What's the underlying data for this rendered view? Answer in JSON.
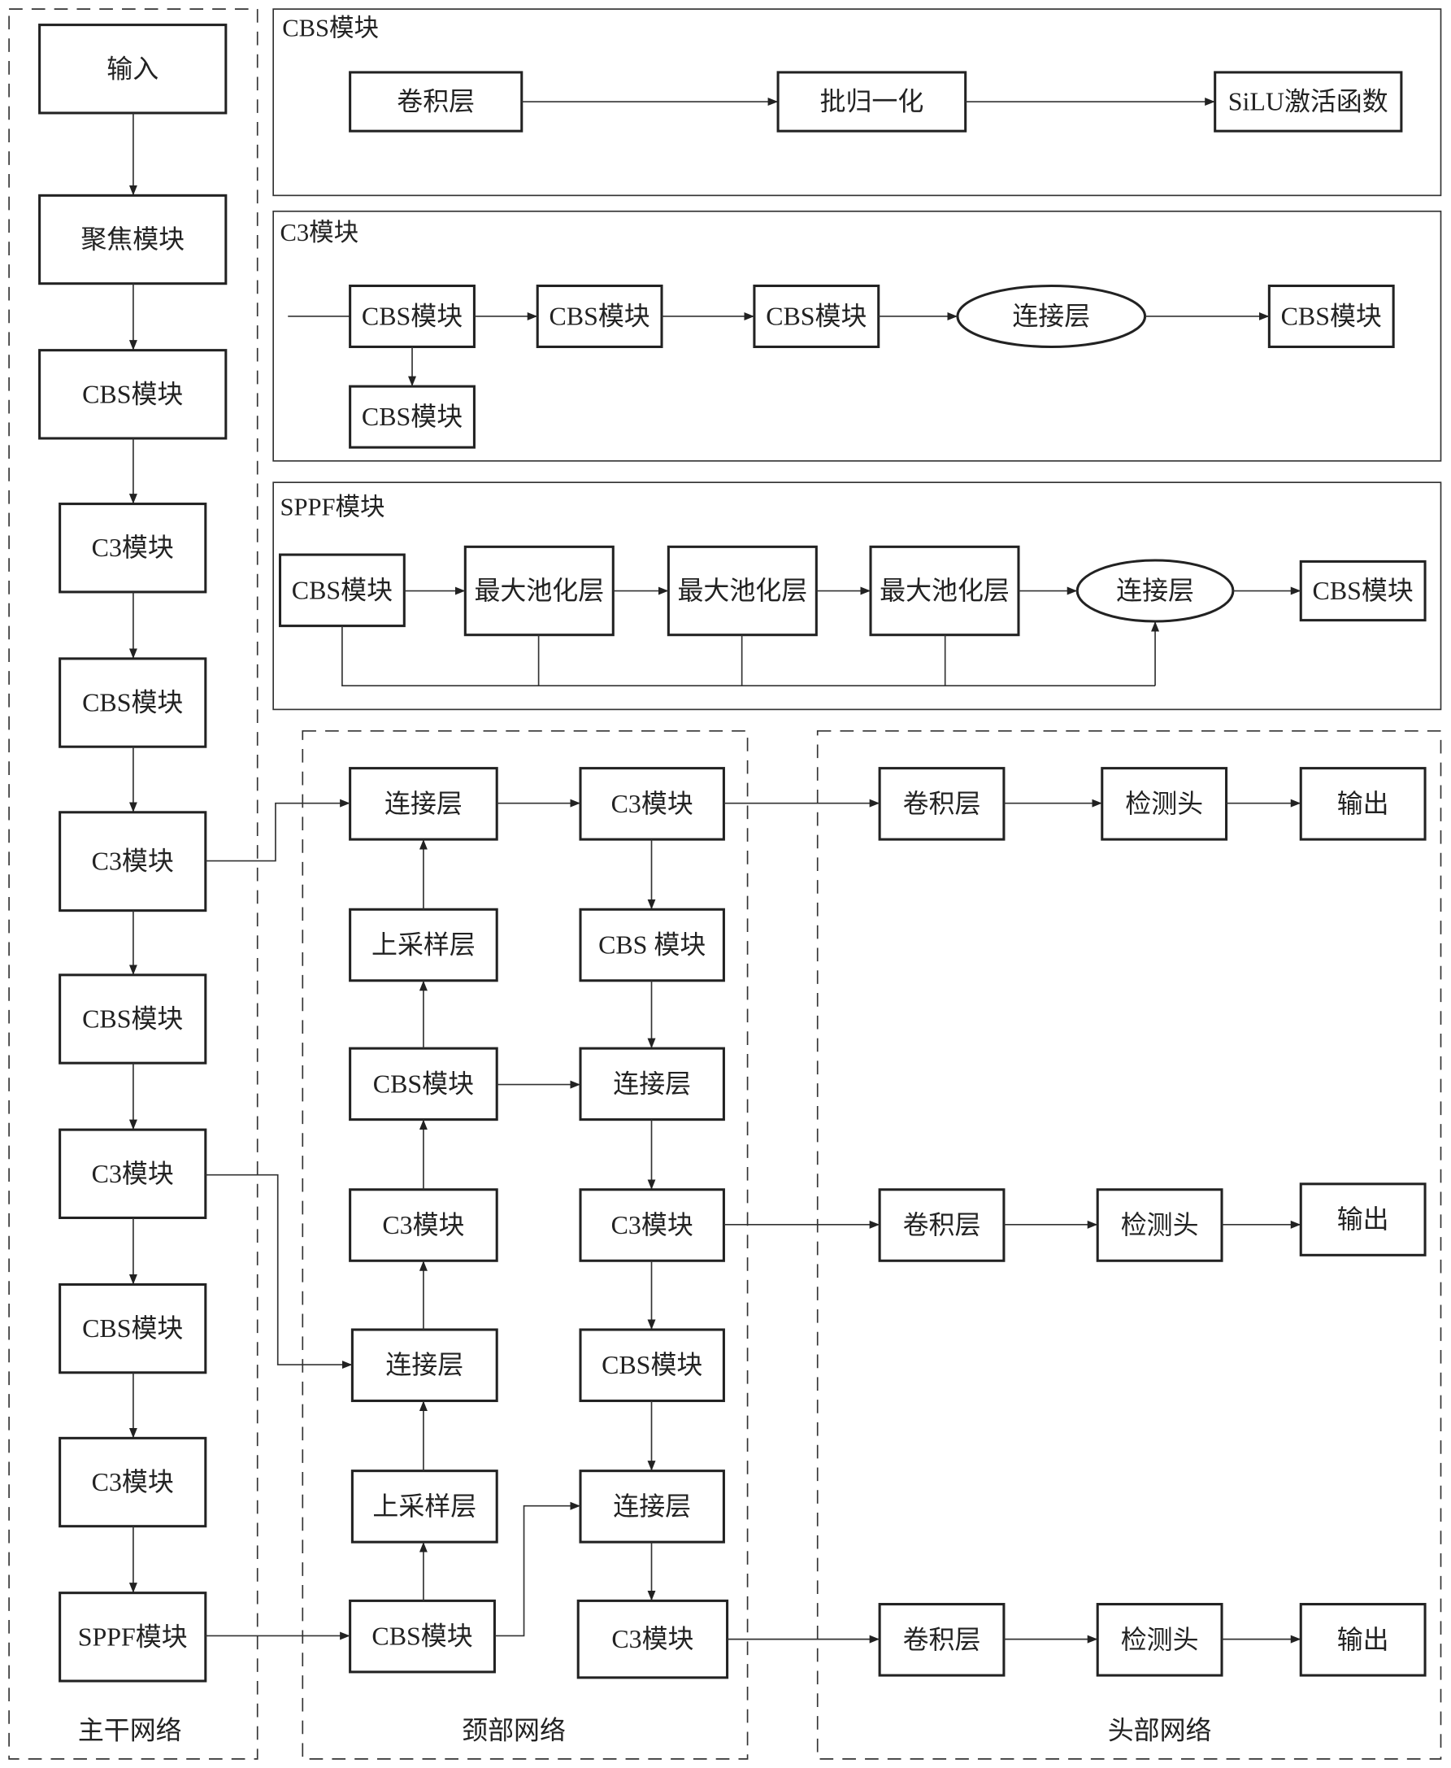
{
  "backbone": {
    "label": "主干网络",
    "nodes": [
      "输入",
      "聚焦模块",
      "CBS模块",
      "C3模块",
      "CBS模块",
      "C3模块",
      "CBS模块",
      "C3模块",
      "CBS模块",
      "C3模块",
      "SPPF模块"
    ]
  },
  "neck": {
    "label": "颈部网络",
    "left": [
      "连接层",
      "上采样层",
      "CBS模块",
      "C3模块",
      "连接层",
      "上采样层",
      "CBS模块"
    ],
    "right": [
      "C3模块",
      "CBS 模块",
      "连接层",
      "C3模块",
      "CBS模块",
      "连接层",
      "C3模块"
    ]
  },
  "head": {
    "label": "头部网络",
    "rows": [
      [
        "卷积层",
        "检测头",
        "输出"
      ],
      [
        "卷积层",
        "检测头",
        "输出"
      ],
      [
        "卷积层",
        "检测头",
        "输出"
      ]
    ]
  },
  "modules": {
    "cbs": {
      "title": "CBS模块",
      "nodes": [
        "卷积层",
        "批归一化",
        "SiLU激活函数"
      ]
    },
    "c3": {
      "title": "C3模块",
      "nodes": [
        "CBS模块",
        "CBS模块",
        "CBS模块",
        "连接层",
        "CBS模块",
        "CBS模块"
      ]
    },
    "sppf": {
      "title": "SPPF模块",
      "nodes": [
        "CBS模块",
        "最大池化层",
        "最大池化层",
        "最大池化层",
        "连接层",
        "CBS模块"
      ]
    }
  }
}
